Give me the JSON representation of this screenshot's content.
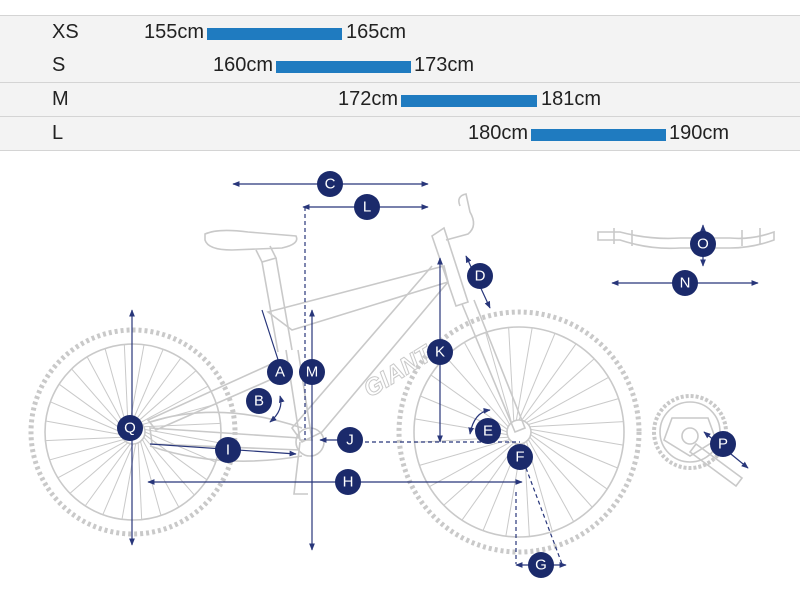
{
  "size_chart": [
    {
      "size": "XS",
      "min": "155cm",
      "max": "165cm"
    },
    {
      "size": "S",
      "min": "160cm",
      "max": "173cm"
    },
    {
      "size": "M",
      "min": "172cm",
      "max": "181cm"
    },
    {
      "size": "L",
      "min": "180cm",
      "max": "190cm"
    }
  ],
  "colors": {
    "bar": "#1f7bc0",
    "badge": "#1b2a6b",
    "line": "#28367a",
    "bike": "#c9c9c9"
  },
  "geometry_labels": [
    "A",
    "B",
    "C",
    "D",
    "E",
    "F",
    "G",
    "H",
    "I",
    "J",
    "K",
    "L",
    "M",
    "N",
    "O",
    "P",
    "Q"
  ],
  "brand": "GIANT"
}
